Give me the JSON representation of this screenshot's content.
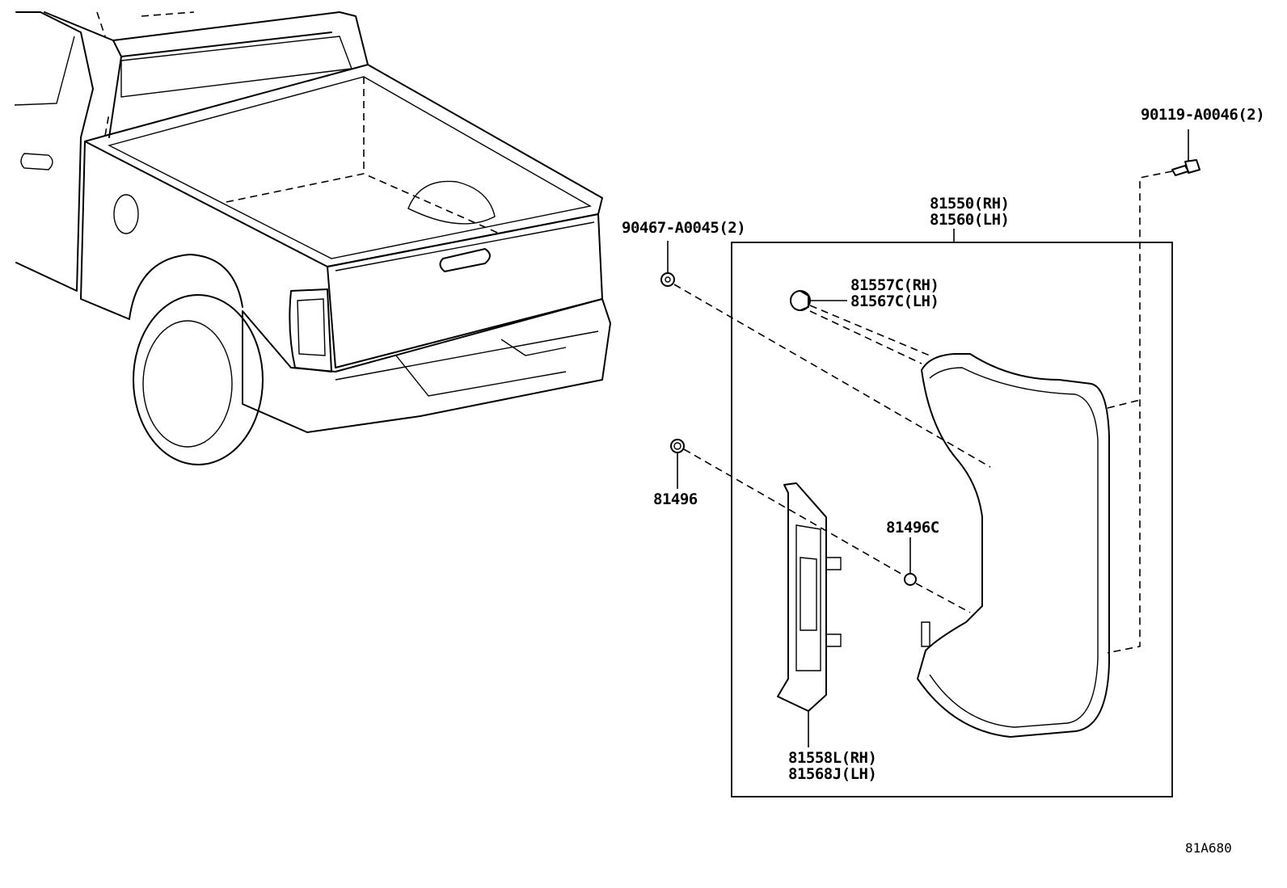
{
  "labels": {
    "bolt": "90119-A0046(2)",
    "clip": "90467-A0045(2)",
    "lamp_rh": "81550(RH)",
    "lamp_lh": "81560(LH)",
    "socket_rh": "81557C(RH)",
    "socket_lh": "81567C(LH)",
    "gasket": "81496",
    "gasket_c": "81496C",
    "lens_rh": "81558L(RH)",
    "lens_lh": "81568J(LH)",
    "drawing_code": "81A680"
  }
}
